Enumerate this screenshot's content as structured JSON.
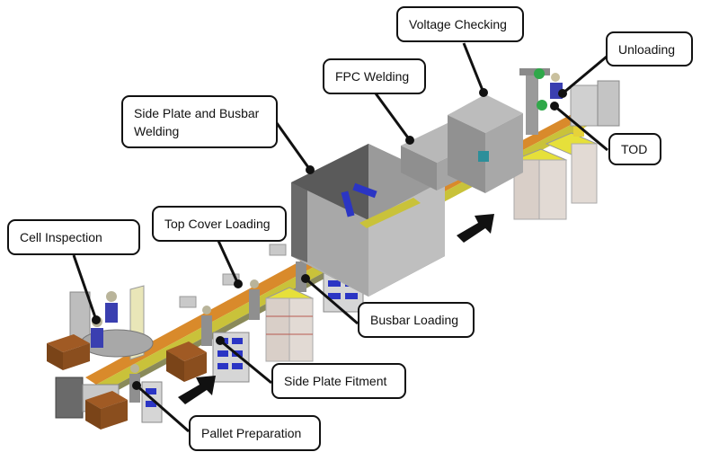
{
  "diagram": {
    "subject": "Battery module assembly line (isometric CAD view)",
    "flow_direction": "lower-left to upper-right",
    "colors": {
      "enclosure_dark": "#5a5a5a",
      "enclosure_mid": "#8c8c8c",
      "enclosure_light": "#b4b4b4",
      "conveyor_orange": "#d98a2b",
      "conveyor_yellow": "#c9c23a",
      "rack_top_yellow": "#e6e03a",
      "cart_brown": "#8a4e1e",
      "robot_blue": "#2b35c4",
      "leader_line": "#111111",
      "callout_border": "#111111"
    },
    "callouts": [
      {
        "id": "cell-inspection",
        "label": "Cell Inspection"
      },
      {
        "id": "top-cover-loading",
        "label": "Top Cover Loading"
      },
      {
        "id": "side-plate-busbar-welding",
        "label": "Side Plate and Busbar\nWelding"
      },
      {
        "id": "fpc-welding",
        "label": "FPC Welding"
      },
      {
        "id": "voltage-checking",
        "label": "Voltage Checking"
      },
      {
        "id": "unloading",
        "label": "Unloading"
      },
      {
        "id": "tod",
        "label": "TOD"
      },
      {
        "id": "busbar-loading",
        "label": "Busbar Loading"
      },
      {
        "id": "side-plate-fitment",
        "label": "Side Plate Fitment"
      },
      {
        "id": "pallet-preparation",
        "label": "Pallet Preparation"
      }
    ],
    "arrows": [
      {
        "id": "flow-arrow-1",
        "icon": "flow-arrow-icon"
      },
      {
        "id": "flow-arrow-2",
        "icon": "flow-arrow-icon"
      }
    ]
  }
}
